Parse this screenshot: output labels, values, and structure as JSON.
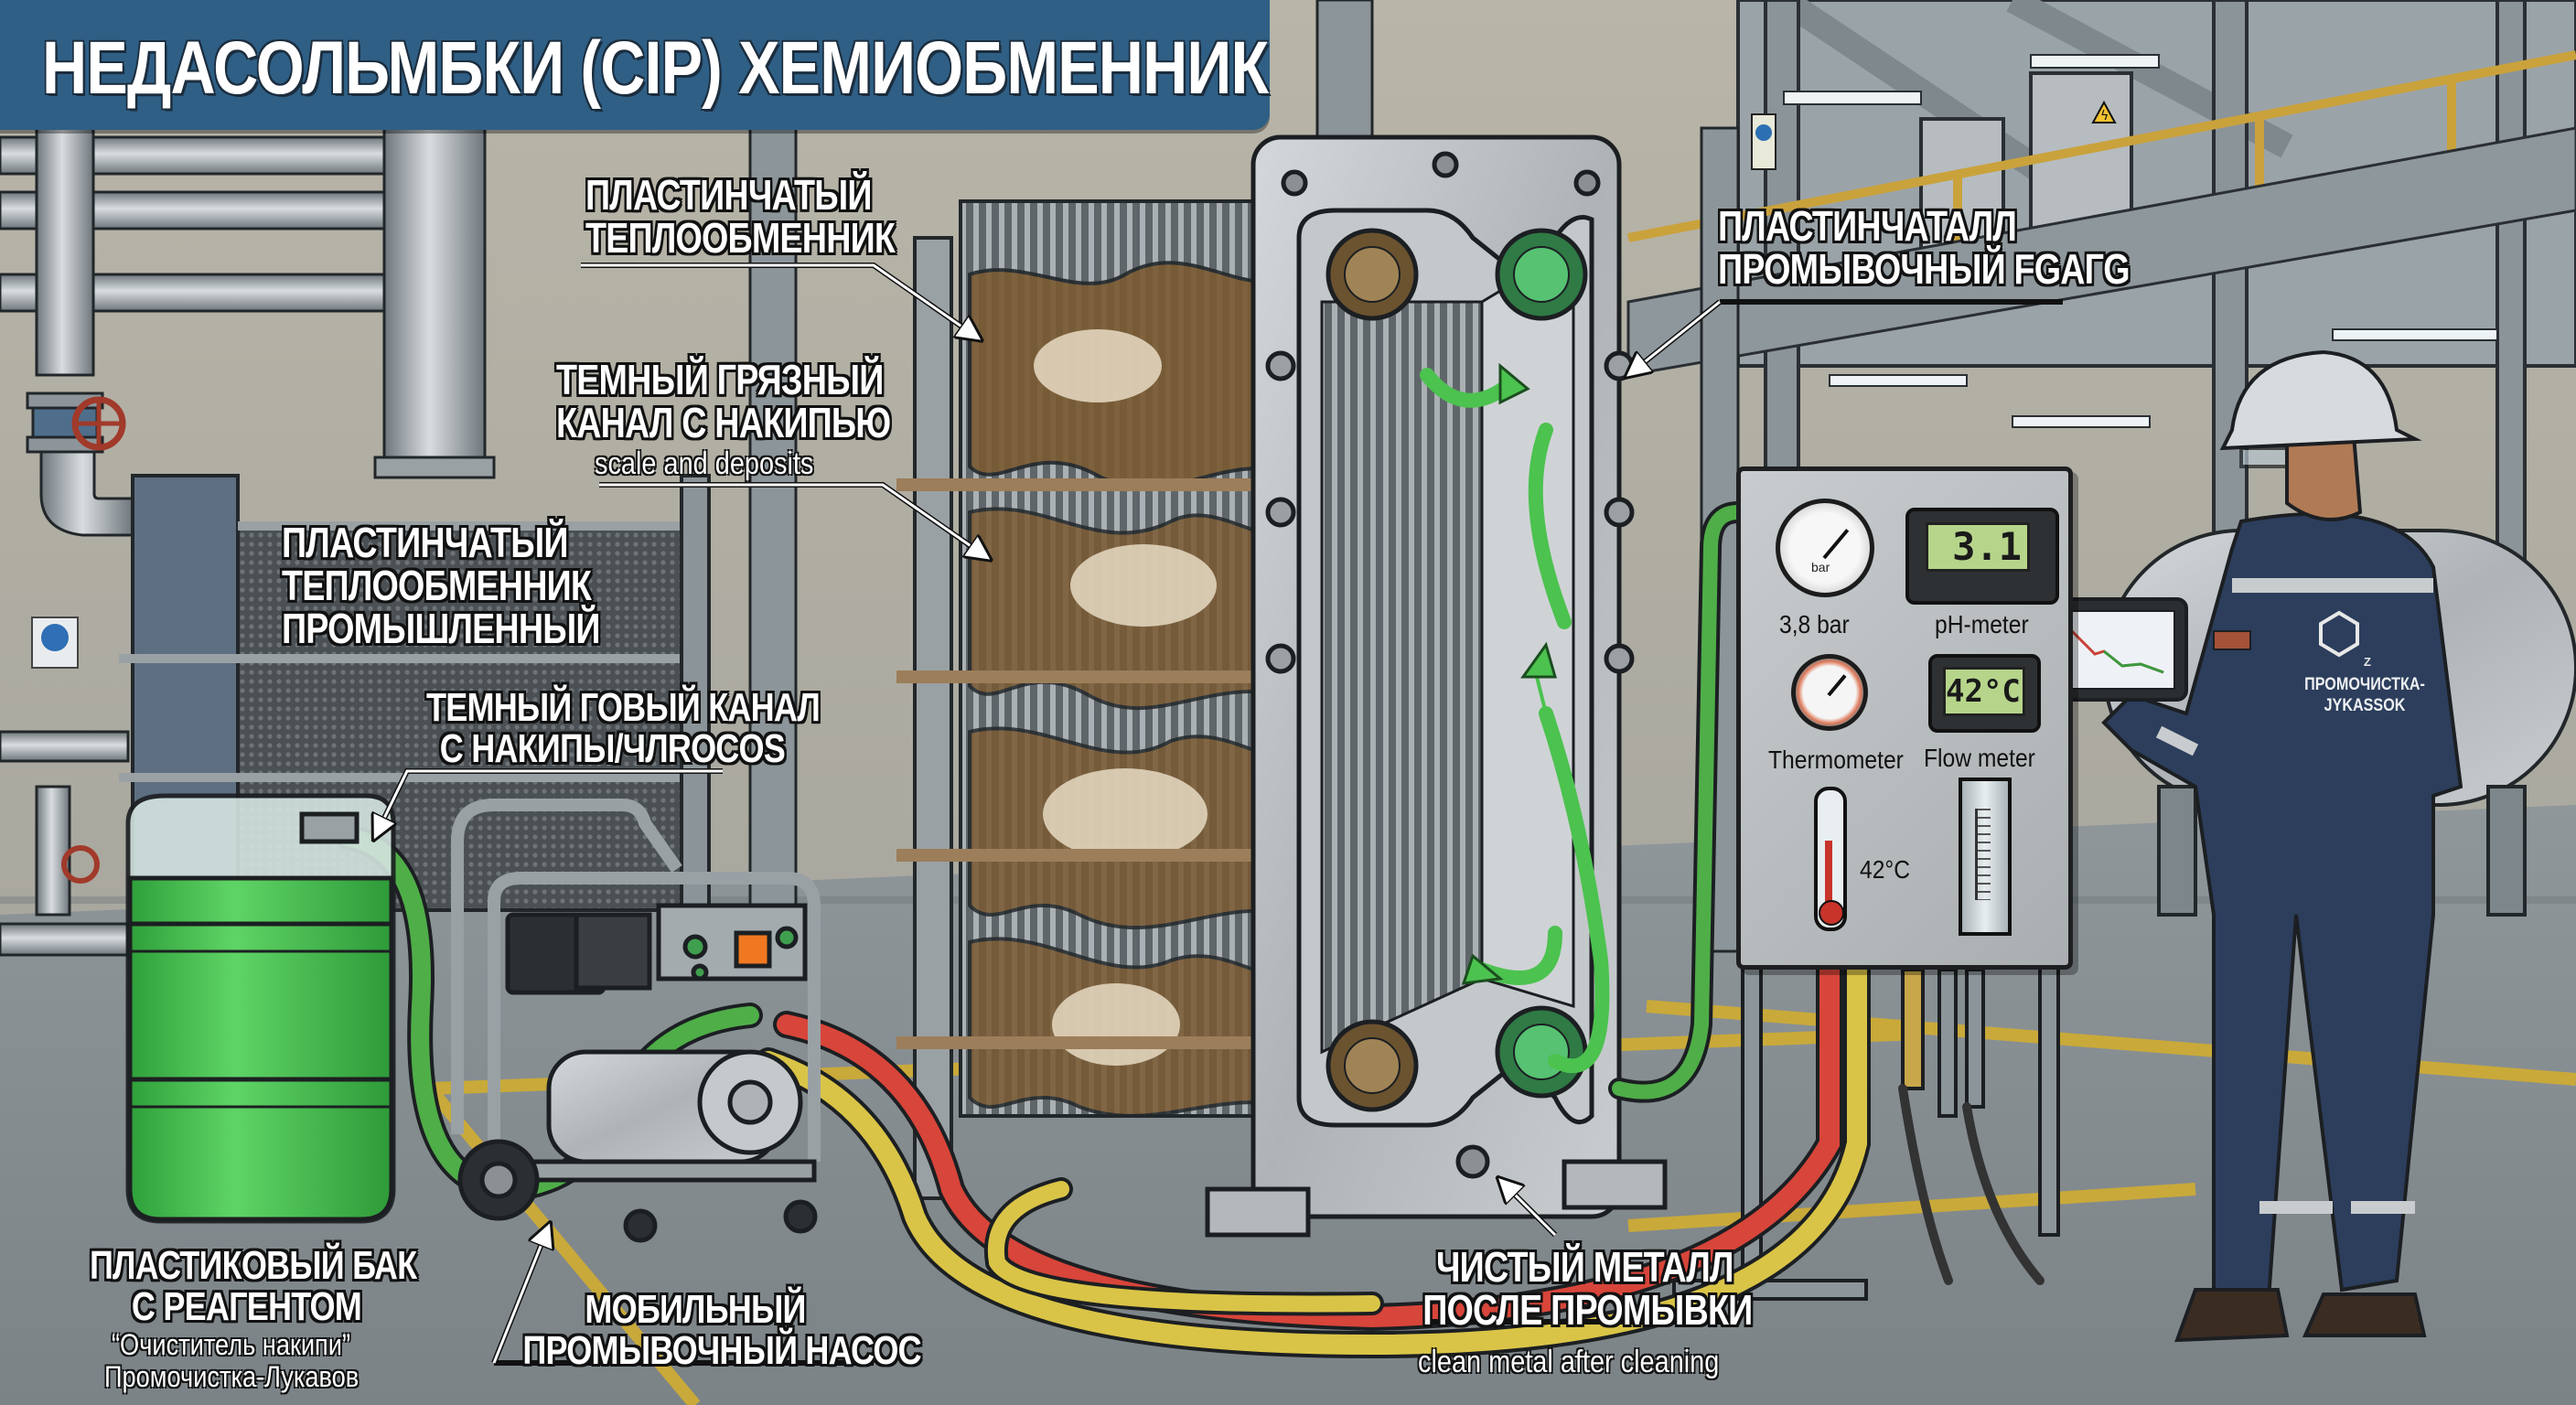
{
  "title": "НЕДАСОЛЬМБКИ (CIP) ХЕМИОБМЕННИК",
  "colors": {
    "banner": "#2f5f85",
    "reagent_green": "#3fbf4a",
    "hose_red": "#d8453a",
    "hose_yellow": "#d9c447",
    "flow_arrow": "#4cc24f",
    "scale_brown": "#7a5a32",
    "coverall_navy": "#2c3e5c",
    "safety_rail": "#caa23c"
  },
  "labels": {
    "plate_exchanger_top": [
      "ПЛАСТИНЧАТЫЙ",
      "ТЕПЛООБМЕННИК"
    ],
    "dirty_channel": {
      "lines": [
        "ТЕМНЫЙ ГРЯЗНЫЙ",
        "КАНАЛ С НАКИПЬЮ"
      ],
      "sub": "scale and deposits"
    },
    "industrial_exchanger": [
      "ПЛАСТИНЧАТЫЙ",
      "ТЕПЛООБМЕННИК",
      "ПРОМЫШЛЕННЫЙ"
    ],
    "dark_channel_2": [
      "ТЕМНЫЙ  ГОВЫЙ КАНАЛ",
      "С НАКИПЫ/ЧЛROCOS"
    ],
    "flushing_plate": [
      "ПЛАСТИНЧАТАЛЛ",
      "ПРОМЫВОЧНЫЙ FGAГG"
    ],
    "reagent_tank": {
      "lines": [
        "ПЛАСТИКОВЫЙ БАК",
        "С РЕАГЕНТОМ"
      ],
      "product": "“Очиститель накипи”",
      "brand": "Промочистка-Лукавов"
    },
    "mobile_pump": [
      "МОБИЛЬНЫЙ",
      "ПРОМЫВОЧНЫЙ НАСОС"
    ],
    "clean_metal": {
      "lines": [
        "ЧИСТЫЙ МЕТАЛЛ",
        "ПОСЛЕ ПРОМЫВКИ"
      ],
      "sub": "clean metal after cleaning"
    }
  },
  "control_panel": {
    "pressure_gauge_label": "3,8 bar",
    "pressure_gauge_unit": "bar",
    "ph_meter_value": "3.1",
    "ph_meter_label": "pH-meter",
    "thermometer_label": "Thermometer",
    "flow_display_value": "42°C",
    "flow_meter_label": "Flow meter",
    "tube_thermometer_value": "42°C"
  },
  "worker": {
    "jacket_text_line1": "ПРОМОЧИСТКА-",
    "jacket_text_line2": "JYKASSOK",
    "logo_letter": "Z"
  },
  "icons": [
    "warning-electric-icon",
    "safety-sign-icon",
    "valve-handwheel-icon",
    "flow-arrow-icon",
    "hexagon-logo-icon"
  ]
}
